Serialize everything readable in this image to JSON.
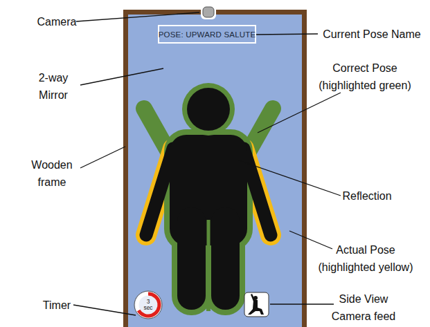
{
  "diagram": {
    "nodes": [
      {
        "text": [
          "POSE: UPWARD SALUTE"
        ]
      },
      {
        "text": [
          "3 sec"
        ]
      }
    ],
    "labels": [
      "Camera",
      "2-way Mirror",
      "Wooden frame",
      "Timer",
      "Current Pose Name",
      "Correct Pose (highlighted green)",
      "Reflection",
      "Actual Pose (highlighted yellow)",
      "Side View Camera feed"
    ]
  }
}
